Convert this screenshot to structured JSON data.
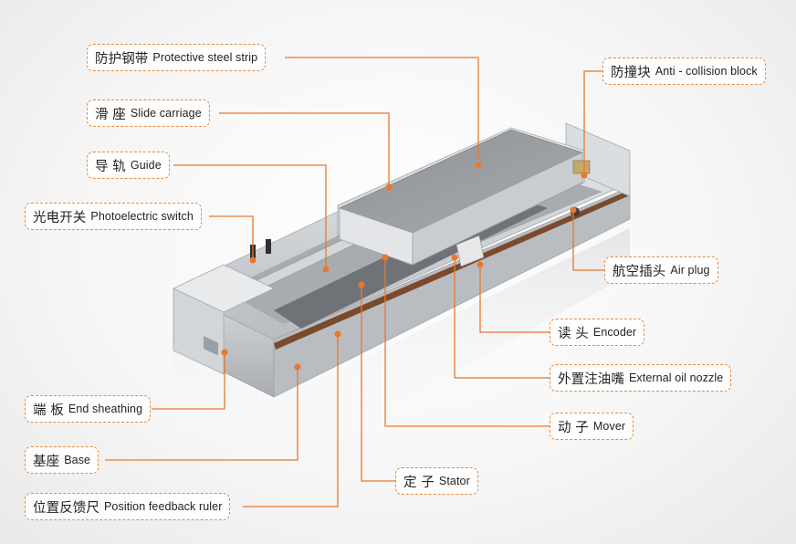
{
  "labels": {
    "protective_steel_strip": {
      "zh": "防护钢带",
      "en": "Protective steel strip"
    },
    "slide_carriage": {
      "zh": "滑 座",
      "en": "Slide carriage"
    },
    "guide": {
      "zh": "导 轨",
      "en": "Guide"
    },
    "photoelectric_switch": {
      "zh": "光电开关",
      "en": "Photoelectric switch"
    },
    "end_sheathing": {
      "zh": "端 板",
      "en": "End sheathing"
    },
    "base": {
      "zh": "基座",
      "en": "Base"
    },
    "position_feedback_ruler": {
      "zh": "位置反馈尺",
      "en": "Position feedback ruler"
    },
    "anti_collision_block": {
      "zh": "防撞块",
      "en": "Anti - collision block"
    },
    "air_plug": {
      "zh": "航空插头",
      "en": "Air plug"
    },
    "encoder": {
      "zh": "读 头",
      "en": "Encoder"
    },
    "external_oil_nozzle": {
      "zh": "外置注油嘴",
      "en": "External oil nozzle"
    },
    "mover": {
      "zh": "动 子",
      "en": "Mover"
    },
    "stator": {
      "zh": "定 子",
      "en": "Stator"
    }
  },
  "colors": {
    "leader_line": "#e8782c",
    "label_border": "#e88a3c",
    "aluminum": "#c9cdd0",
    "carriage_top": "#9a9d9f",
    "ruler": "#7a4a2a"
  }
}
